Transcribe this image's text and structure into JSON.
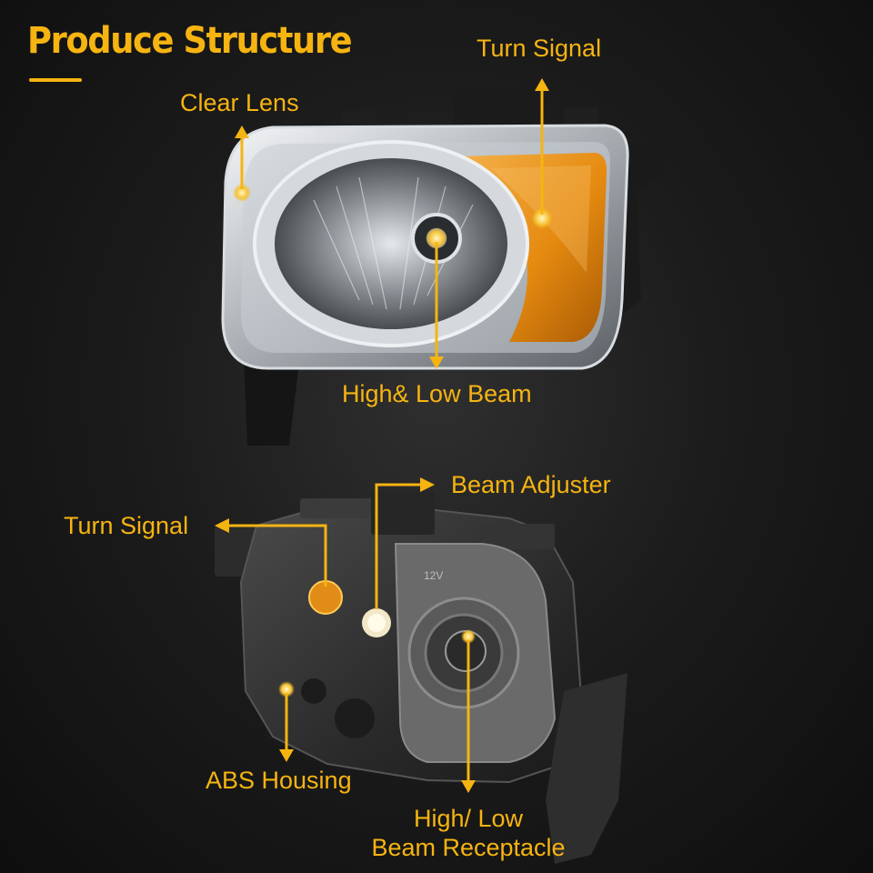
{
  "title": "Produce Structure",
  "colors": {
    "accent": "#f6b411",
    "background": "#141414",
    "amber_lens": "#e58a10"
  },
  "top_view": {
    "labels": {
      "clear_lens": "Clear Lens",
      "turn_signal": "Turn Signal",
      "high_low_beam": "High& Low Beam"
    }
  },
  "bottom_view": {
    "labels": {
      "beam_adjuster": "Beam Adjuster",
      "turn_signal": "Turn Signal",
      "abs_housing": "ABS Housing",
      "receptacle_line1": "High/ Low",
      "receptacle_line2": "Beam Receptacle"
    },
    "housing_marking": "12V"
  }
}
